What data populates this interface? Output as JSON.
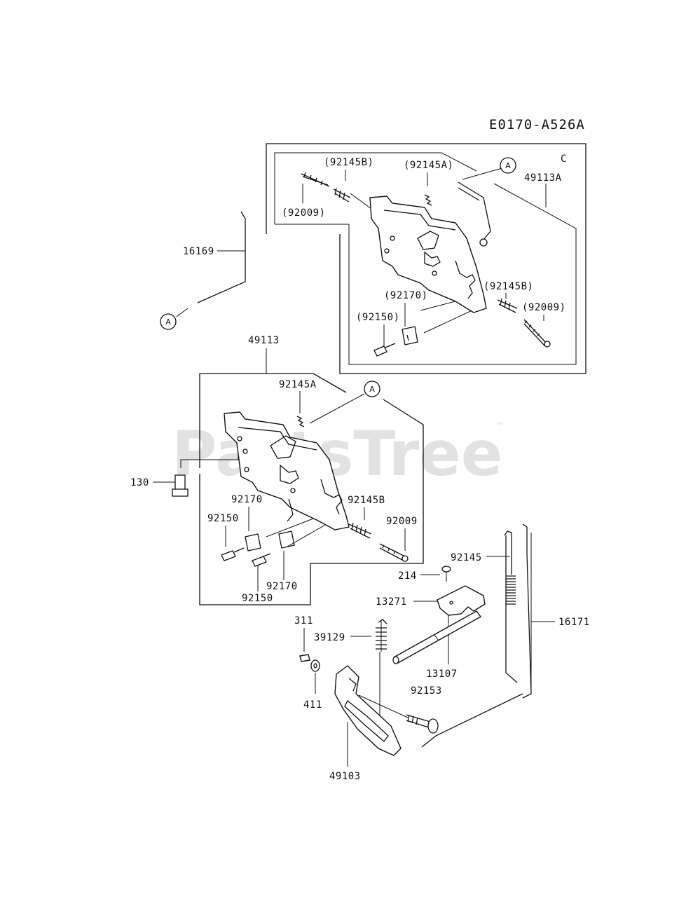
{
  "diagram": {
    "code": "E0170-A526A",
    "corner_mark": "C",
    "watermark": "PartsTree",
    "watermark_tm": "™",
    "ref_marker": "A",
    "labels": {
      "p49113A": "49113A",
      "p92145B_paren_top": "(92145B)",
      "p92145A_paren": "(92145A)",
      "p92009_paren_top": "(92009)",
      "p16169": "16169",
      "p92170_paren": "(92170)",
      "p92145B_paren_right": "(92145B)",
      "p92009_paren_right": "(92009)",
      "p92150_paren": "(92150)",
      "p49113": "49113",
      "p92145A": "92145A",
      "p130": "130",
      "p92170_a": "92170",
      "p92145B": "92145B",
      "p92009": "92009",
      "p92150_a": "92150",
      "p92170_b": "92170",
      "p92150_b": "92150",
      "p92145": "92145",
      "p214": "214",
      "p13271": "13271",
      "p16171": "16171",
      "p311": "311",
      "p39129": "39129",
      "p13107": "13107",
      "p411": "411",
      "p92153": "92153",
      "p49103": "49103"
    }
  }
}
